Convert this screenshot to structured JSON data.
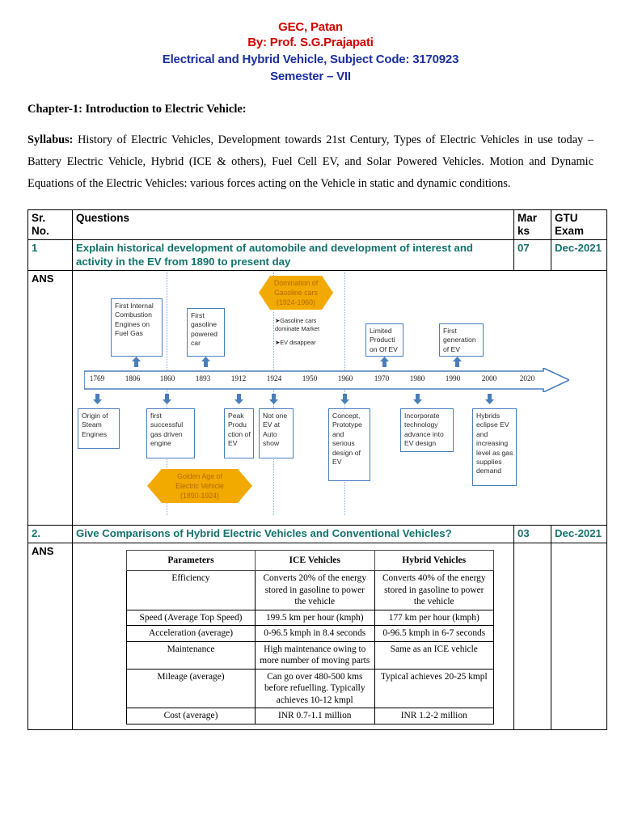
{
  "header": {
    "line1": "GEC, Patan",
    "line2": "By: Prof. S.G.Prajapati",
    "line3": "Electrical and Hybrid Vehicle, Subject Code: 3170923",
    "line4": "Semester – VII",
    "red": "#d40000",
    "blue": "#1b2f9e"
  },
  "chapter": "Chapter-1: Introduction to Electric Vehicle:",
  "syllabus": {
    "label": "Syllabus:",
    "text": " History of Electric Vehicles, Development towards 21st Century, Types of Electric Vehicles in use today – Battery Electric Vehicle, Hybrid (ICE & others), Fuel Cell EV, and Solar Powered Vehicles. Motion and Dynamic Equations of the Electric Vehicles: various forces acting on the Vehicle in static and dynamic conditions."
  },
  "table": {
    "headers": {
      "sr": "Sr.\nNo.",
      "sr_l1": "Sr.",
      "sr_l2": "No.",
      "questions": "Questions",
      "marks_l1": "Mar",
      "marks_l2": "ks",
      "gtu_l1": "GTU",
      "gtu_l2": "Exam"
    },
    "rows": [
      {
        "sr": "1",
        "question": "Explain historical development of automobile and development of  interest and activity in the EV from 1890 to present day",
        "marks": "07",
        "exam": "Dec-2021",
        "ans_label": "ANS"
      },
      {
        "sr": "2.",
        "question": "Give Comparisons of Hybrid Electric Vehicles and Conventional Vehicles?",
        "marks": "03",
        "exam": "Dec-2021",
        "ans_label": "ANS"
      }
    ],
    "question_color": "#12726b"
  },
  "timeline": {
    "years": [
      "1769",
      "1806",
      "1860",
      "1893",
      "1912",
      "1924",
      "1950",
      "1960",
      "1970",
      "1980",
      "1990",
      "2000",
      "2020"
    ],
    "box_border": "#4a7ebb",
    "banner_fill": "#f2a900",
    "banner_text": "#b36b00",
    "above_boxes": [
      {
        "text": "First Internal Combustion Engines on Fuel Gas",
        "year": "1806"
      },
      {
        "text": "First gasoline powered car",
        "year": "1893"
      },
      {
        "text": "Limited Producti on Of EV",
        "year": "1970"
      },
      {
        "text": "First generation of EV",
        "year": "1990"
      }
    ],
    "below_boxes": [
      {
        "text": "Origin of Steam Engines",
        "year": "1769"
      },
      {
        "text": "first successful gas driven engine",
        "year": "1860"
      },
      {
        "text": "Peak Produ ction of EV",
        "year": "1912"
      },
      {
        "text": "Not one EV at Auto show",
        "year": "1924"
      },
      {
        "text": "Concept, Prototype and serious design of EV",
        "year": "1960"
      },
      {
        "text": "Incorporate technology advance into EV design",
        "year": "1980"
      },
      {
        "text": "Hybrids eclipse EV  and increasing level as gas supplies demand",
        "year": "2000"
      }
    ],
    "banner_top": {
      "line1": "Domination of",
      "line2": "Gasoline cars",
      "line3": "(1924-1960)"
    },
    "banner_bottom": {
      "line1": "Golden Age of",
      "line2": "Electric Vehicle",
      "line3": "(1890-1924)"
    },
    "bullets": [
      "➤Gasoline cars dominate Market",
      "➤EV disappear"
    ]
  },
  "comparison": {
    "columns": [
      "Parameters",
      "ICE Vehicles",
      "Hybrid Vehicles"
    ],
    "rows": [
      {
        "parameter": "Efficiency",
        "ice": "Converts 20% of the energy stored in gasoline to power the vehicle",
        "hybrid": "Converts 40% of the energy stored in gasoline to power the vehicle"
      },
      {
        "parameter": "Speed (Average Top Speed)",
        "ice": "199.5 km per hour (kmph)",
        "hybrid": "177 km per hour (kmph)"
      },
      {
        "parameter": "Acceleration (average)",
        "ice": "0-96.5 kmph in 8.4 seconds",
        "hybrid": "0-96.5 kmph in 6-7 seconds"
      },
      {
        "parameter": "Maintenance",
        "ice": "High maintenance owing to more number of moving parts",
        "hybrid": "Same as an ICE vehicle"
      },
      {
        "parameter": "Mileage (average)",
        "ice": "Can go over 480-500 kms before refuelling. Typically achieves 10-12 kmpl",
        "hybrid": "Typical achieves 20-25 kmpl"
      },
      {
        "parameter": "Cost (average)",
        "ice": "INR 0.7-1.1 million",
        "hybrid": "INR 1.2-2 million"
      }
    ]
  }
}
